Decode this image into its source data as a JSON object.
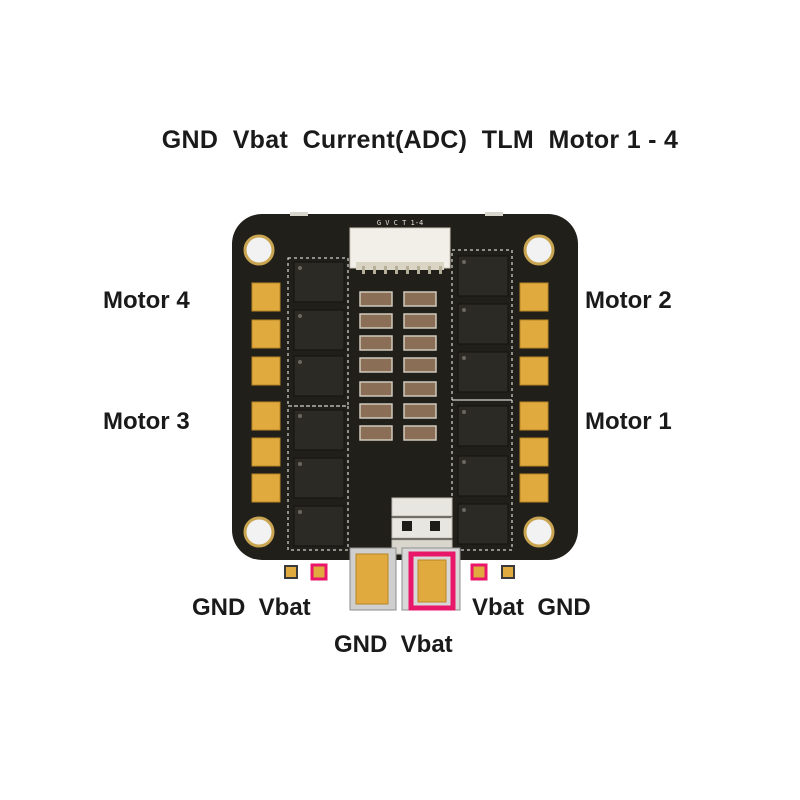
{
  "header": {
    "title": "GND  Vbat  Current(ADC)  TLM  Motor 1 - 4"
  },
  "labels": {
    "motor4": "Motor 4",
    "motor3": "Motor 3",
    "motor2": "Motor 2",
    "motor1": "Motor 1",
    "gnd_vbat_left": "GND  Vbat",
    "vbat_gnd_right": "Vbat  GND",
    "gnd_vbat_bottom": "GND  Vbat"
  },
  "connector": {
    "silkscreen": "G V C T 1-4"
  },
  "colors": {
    "pcb": "#211f1a",
    "gold_pad": "#e0aa3e",
    "highlight": "#e8176a",
    "text": "#1a1a1a"
  }
}
